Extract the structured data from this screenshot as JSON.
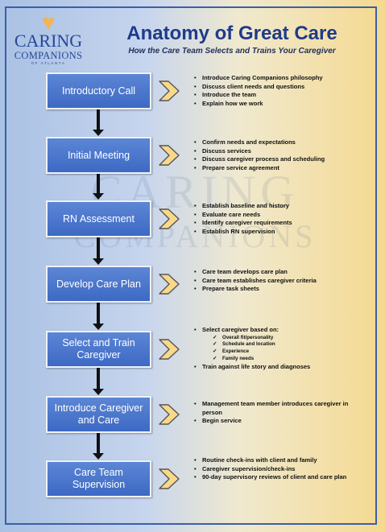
{
  "logo": {
    "line1": "CARING",
    "line2": "COMPANIONS",
    "line3": "OF ATLANTA"
  },
  "header": {
    "title": "Anatomy of Great Care",
    "subtitle": "How the Care Team Selects and Trains Your Caregiver"
  },
  "watermark": {
    "line1": "CARING",
    "line2": "COMPANIONS"
  },
  "stages": [
    {
      "label": "Introductory Call",
      "items": [
        {
          "text": "Introduce Caring Companions philosophy"
        },
        {
          "text": "Discuss client needs and questions"
        },
        {
          "text": "Introduce the team"
        },
        {
          "text": "Explain how we work"
        }
      ]
    },
    {
      "label": "Initial Meeting",
      "items": [
        {
          "text": "Confirm needs and expectations"
        },
        {
          "text": "Discuss services"
        },
        {
          "text": "Discuss caregiver process and scheduling"
        },
        {
          "text": "Prepare service agreement"
        }
      ]
    },
    {
      "label": "RN Assessment",
      "items": [
        {
          "text": "Establish baseline and history"
        },
        {
          "text": "Evaluate care needs"
        },
        {
          "text": "Identify caregiver requirements"
        },
        {
          "text": "Establish RN supervision"
        }
      ]
    },
    {
      "label": "Develop Care Plan",
      "items": [
        {
          "text": "Care team develops care plan"
        },
        {
          "text": "Care team establishes caregiver criteria"
        },
        {
          "text": "Prepare task sheets"
        }
      ]
    },
    {
      "label": "Select and Train Caregiver",
      "items": [
        {
          "text": "Select caregiver based on:",
          "sub": [
            "Overall fit/personality",
            "Schedule and location",
            "Experience",
            "Family needs"
          ]
        },
        {
          "text": "Train against life story and diagnoses"
        }
      ]
    },
    {
      "label": "Introduce Caregiver and Care",
      "items": [
        {
          "text": "Management team member introduces caregiver in person"
        },
        {
          "text": "Begin service"
        }
      ]
    },
    {
      "label": "Care Team Supervision",
      "items": [
        {
          "text": "Routine check-ins with client and family"
        },
        {
          "text": "Caregiver supervision/check-ins"
        },
        {
          "text": "90-day supervisory reviews of client and care plan"
        }
      ]
    }
  ]
}
